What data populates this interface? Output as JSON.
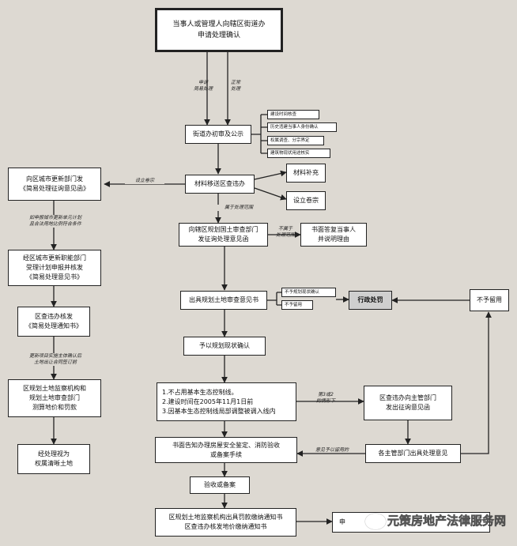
{
  "nodes": {
    "n1": "当事人或管理人向辖区街道办\n申请处理确认",
    "n2": "街道办初审及公示",
    "n3a": "建设时间核查",
    "n3b": "历史违建当事人身份确认",
    "n3c": "权属调查、分宗界定",
    "n3d": "建筑物现状用途核实",
    "n4": "材料移送区查违办",
    "n5": "材料补充",
    "n6": "设立卷宗",
    "n7": "向区城市更新部门发\n《简易处理征询意见函》",
    "n8": "经区城市更新职能部门\n受理计划申报并核发\n《简易处理意见书》",
    "n9": "区查违办核发\n《简易处理通知书》",
    "n10": "区规划土地监察机构和\n规划土地审查部门\n测算地价和罚款",
    "n11": "经处理视为\n权属清晰土地",
    "n12": "向辖区规划国土审查部门\n发征询处理意见函",
    "n13": "书面答复当事人\n并说明理由",
    "n14": "出具规划土地审查意见书",
    "n15": "不予规划现状确认",
    "n16": "不予留用",
    "n17": "行政处罚",
    "n18": "不予留用",
    "n19": "予以规划现状确认",
    "n20": "1.不占用基本生态控制线。\n2.建设时间在2005年11月1日前\n3.因基本生态控制线局部调整被调入线内",
    "n21": "区查违办向主管部门\n发出征询意见函",
    "n22": "各主管部门出具处理意见",
    "n23": "书面告知办理房屋安全鉴定、消防验收\n或备案手续",
    "n24": "验收或备案",
    "n25": "区规划土地监察机构出具罚款缴纳通知书\n区查违办核发地价缴纳通知书",
    "n26": "申"
  },
  "labels": {
    "l1": "申请\n简易处理",
    "l2": "正常\n处理",
    "l3": "设立卷宗",
    "l4": "属于处理范围",
    "l5": "不属于\n处理范围",
    "l6": "如申报城市更新单元计划\n且合法用地比例符合条件",
    "l7": "更新项目实施主体确认后\n土地出让合同签订前",
    "l8": "第3或2\n的情形下",
    "l9": "意见予以留用的"
  },
  "watermark": "元策房地产法律服务网"
}
